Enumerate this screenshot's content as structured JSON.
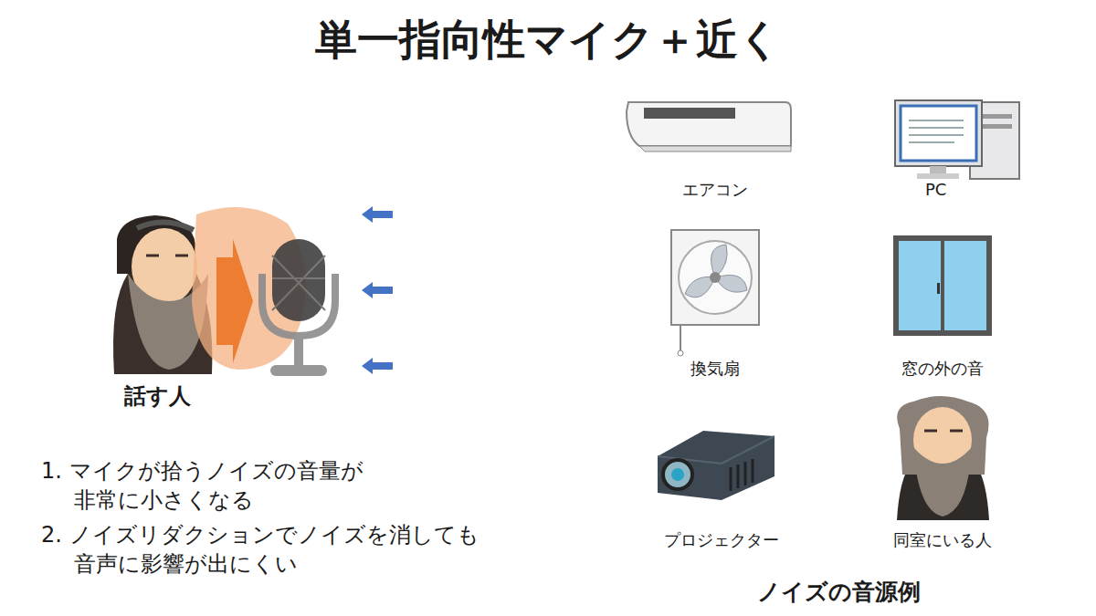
{
  "diagram": {
    "title": "単一指向性マイク＋近く",
    "labels": [
      "話す人",
      "1. マイクが拾うノイズの音量が 非常に小さくなる",
      "2. ノイズリダクションでノイズを消しても 音声に影響が出にくい",
      "エアコン",
      "PC",
      "換気扇",
      "窓の外の音",
      "プロジェクター",
      "同室にいる人",
      "ノイズの音源例"
    ]
  }
}
